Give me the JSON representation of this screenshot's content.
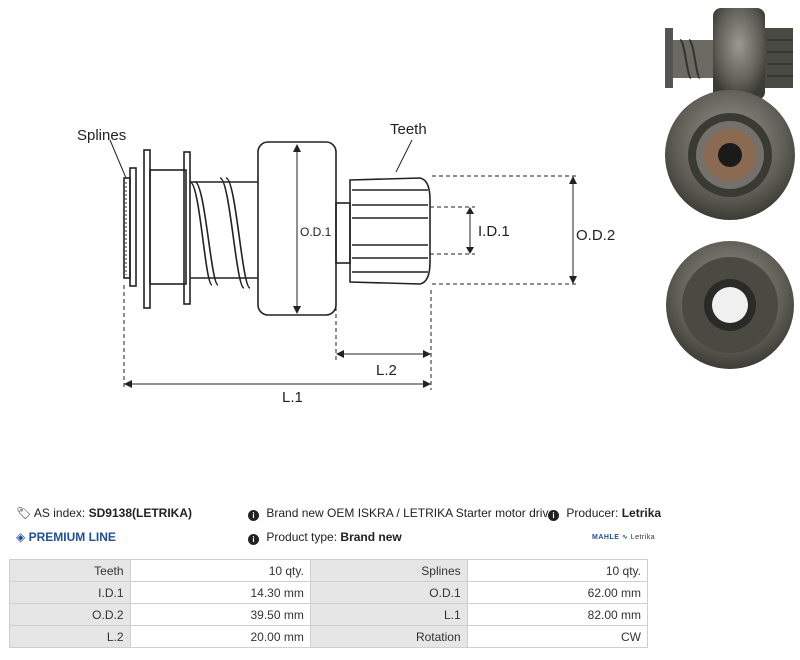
{
  "diagram": {
    "label_splines": "Splines",
    "label_teeth": "Teeth",
    "label_od1": "O.D.1",
    "label_id1": "I.D.1",
    "label_od2": "O.D.2",
    "label_l2": "L.2",
    "label_l1": "L.1"
  },
  "info": {
    "as_index_label": "AS index:",
    "as_index_value": "SD9138(LETRIKA)",
    "description": "Brand new OEM ISKRA / LETRIKA Starter motor drive",
    "producer_label": "Producer:",
    "producer_value": "Letrika",
    "premium_line": "PREMIUM LINE",
    "product_type_label": "Product type:",
    "product_type_value": "Brand new",
    "brand_logo_a": "MAHLE",
    "brand_logo_b": "Letrika"
  },
  "specs": [
    {
      "k1": "Teeth",
      "v1": "10 qty.",
      "k2": "Splines",
      "v2": "10 qty."
    },
    {
      "k1": "I.D.1",
      "v1": "14.30 mm",
      "k2": "O.D.1",
      "v2": "62.00 mm"
    },
    {
      "k1": "O.D.2",
      "v1": "39.50 mm",
      "k2": "L.1",
      "v2": "82.00 mm"
    },
    {
      "k1": "L.2",
      "v1": "20.00 mm",
      "k2": "Rotation",
      "v2": "CW"
    }
  ],
  "icons": {
    "tag": "tag-icon",
    "info": "info-icon",
    "diamond": "diamond-icon"
  }
}
